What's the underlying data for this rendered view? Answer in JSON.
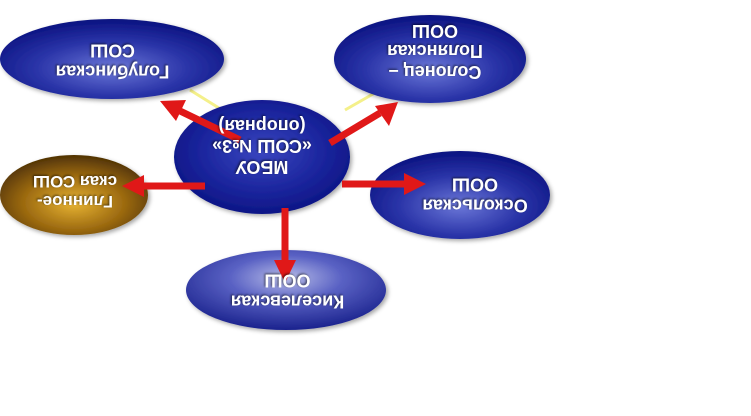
{
  "colors": {
    "node_blue_light": "#5a66c9",
    "node_blue_dark": "#0a1280",
    "node_gold_light": "#d9a21e",
    "node_gold_dark": "#5a3a05",
    "arrow": "#e01818",
    "connector": "#f4f08a"
  },
  "nodes": {
    "center": {
      "lines": [
        "МБОУ",
        "«СОШ №3»",
        "(опорная)"
      ]
    },
    "top_left": {
      "lines": [
        "Голубинская",
        "СОШ"
      ]
    },
    "top_right": {
      "lines": [
        "Солонец –",
        "Полянская",
        "ООШ"
      ]
    },
    "left": {
      "lines": [
        "Глинное-",
        "ская СОШ"
      ]
    },
    "right": {
      "lines": [
        "Оскольская",
        "ООШ"
      ]
    },
    "bottom": {
      "lines": [
        "Киселевская",
        "ООШ"
      ]
    }
  }
}
